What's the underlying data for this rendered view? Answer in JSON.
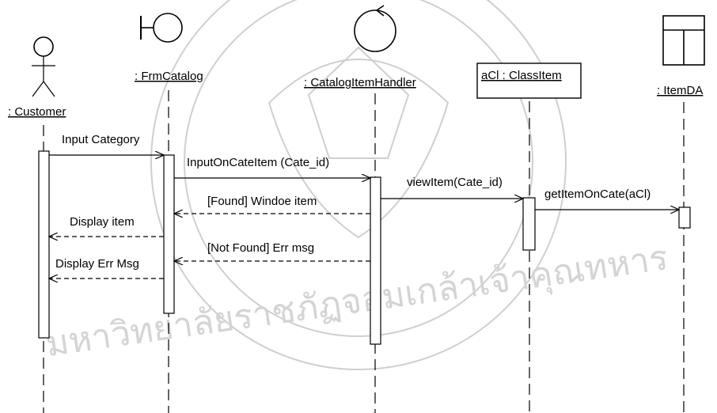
{
  "objects": {
    "customer": ": Customer",
    "frm_catalog": ": FrmCatalog",
    "handler": ": CatalogItemHandler",
    "class_item": "aCl : ClassItem",
    "item_da": ": ItemDA"
  },
  "messages": {
    "input_category": "Input Category",
    "input_on_cate_item": "InputOnCateItem (Cate_id)",
    "view_item": "viewItem(Cate_id)",
    "get_item_on_cate": "getItemOnCate(aCl)",
    "found_window_item": "[Found] Windoe item",
    "display_item": "Display item",
    "not_found_err": "[Not Found] Err msg",
    "display_err_msg": "Display Err Msg"
  },
  "watermark": {
    "text": "มหาวิทยาลัยราชภัฏจอมเกล้าเจ้าคุณทหาร"
  }
}
